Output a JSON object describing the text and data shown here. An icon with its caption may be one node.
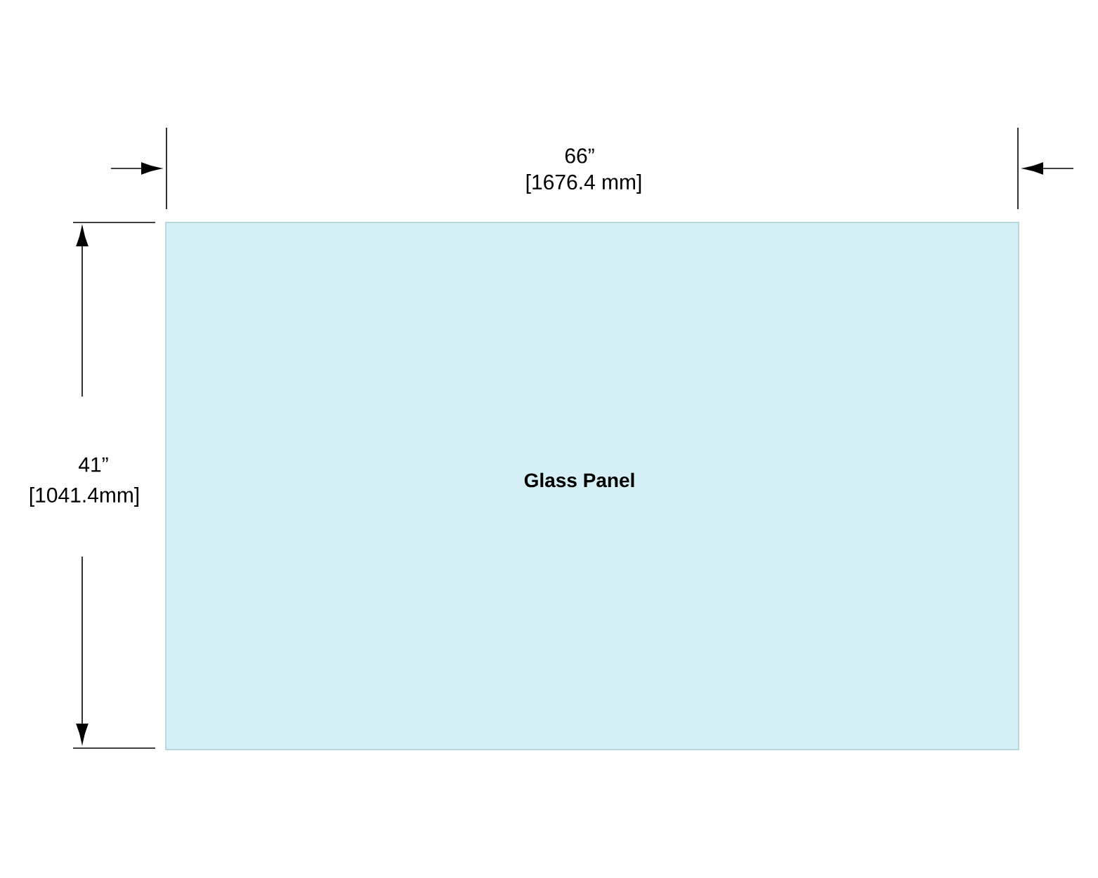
{
  "diagram": {
    "nodes": [
      {
        "text": [
          "Glass Panel"
        ]
      }
    ],
    "labels": [
      "66”",
      "[1676.4 mm]",
      "41”",
      "[1041.4mm]"
    ]
  }
}
